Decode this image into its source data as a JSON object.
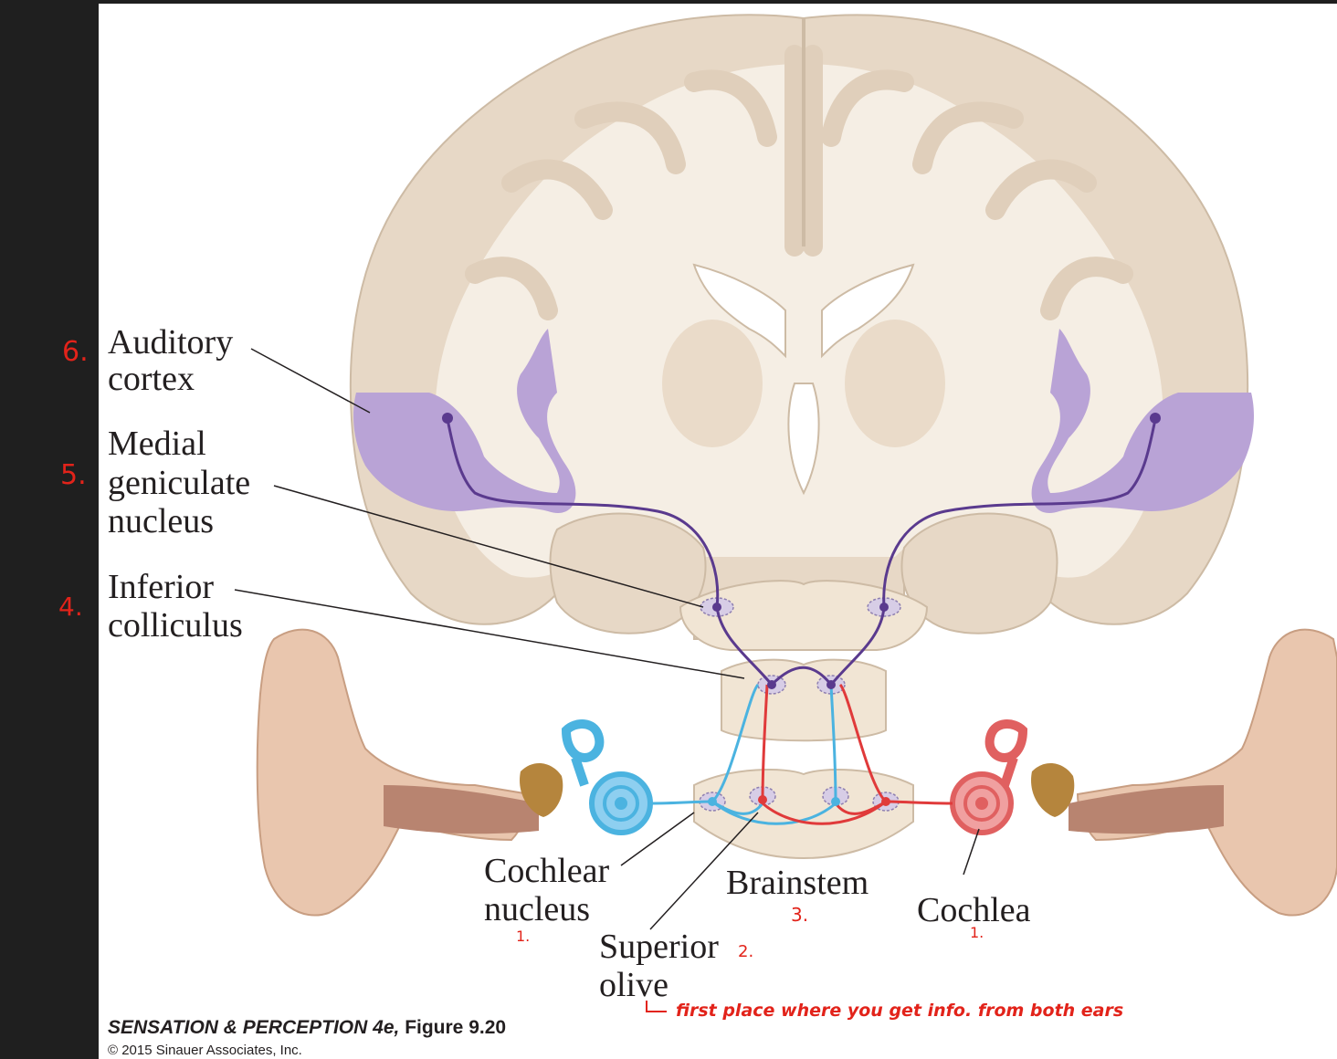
{
  "labels": {
    "auditory_cortex_1": "Auditory",
    "auditory_cortex_2": "cortex",
    "mgn_1": "Medial",
    "mgn_2": "geniculate",
    "mgn_3": "nucleus",
    "ic_1": "Inferior",
    "ic_2": "colliculus",
    "cochlear_nucleus_1": "Cochlear",
    "cochlear_nucleus_2": "nucleus",
    "brainstem": "Brainstem",
    "superior_olive_1": "Superior",
    "superior_olive_2": "olive",
    "cochlea": "Cochlea"
  },
  "annotations": {
    "n6": "6.",
    "n5": "5.",
    "n4": "4.",
    "n3": "3.",
    "n2": "2.",
    "n1_cn": "1.",
    "n1_cochlea": "1.",
    "olive_note": "first place where you get info. from both ears"
  },
  "caption": {
    "title": "SENSATION & PERCEPTION 4e,",
    "figure": "Figure 9.20",
    "copyright": "© 2015 Sinauer Associates, Inc."
  },
  "colors": {
    "annotation": "#e2231a",
    "left_pathway": "#4bb3e0",
    "right_pathway": "#e03a3a",
    "thalamocortical": "#5a3a8e",
    "auditory_cortex": "#b9a3d6",
    "brain_gray": "#e7d8c6",
    "brain_white": "#f6f0e7"
  }
}
